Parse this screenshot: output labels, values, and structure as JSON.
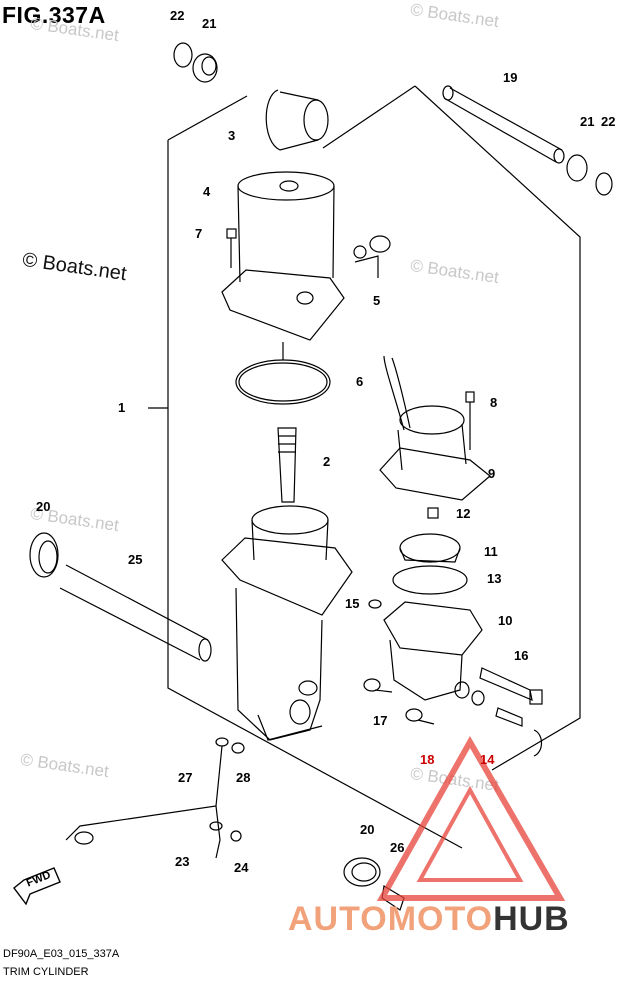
{
  "figure": {
    "title": "FIG.337A",
    "code": "DF90A_E03_015_337A",
    "caption": "TRIM CYLINDER"
  },
  "watermarks": {
    "main": "© Boats.net",
    "faint": "© Boats.net"
  },
  "brand": {
    "part1": "AUTOMOTO",
    "part2": "HUB",
    "color_light": "#f2a27a",
    "color_dark": "#333333",
    "logo_color": "#e8443a"
  },
  "fwd_label": "FWD",
  "callouts": [
    "1",
    "2",
    "3",
    "4",
    "5",
    "6",
    "7",
    "8",
    "9",
    "10",
    "11",
    "12",
    "13",
    "14",
    "15",
    "16",
    "17",
    "18",
    "19",
    "20",
    "20",
    "21",
    "21",
    "22",
    "22",
    "23",
    "24",
    "25",
    "26",
    "27",
    "28"
  ]
}
